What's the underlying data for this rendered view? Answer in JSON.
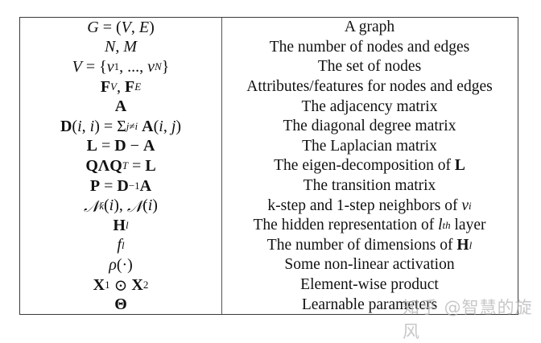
{
  "table": {
    "rows": [
      {
        "symbol": "G = (V, E)",
        "description": "A graph"
      },
      {
        "symbol": "N, M",
        "description": "The number of nodes and edges"
      },
      {
        "symbol": "V = {v₁, ..., v_N}",
        "description": "The set of nodes"
      },
      {
        "symbol": "F^V, F^E",
        "description": "Attributes/features for nodes and edges"
      },
      {
        "symbol": "A",
        "description": "The adjacency matrix"
      },
      {
        "symbol": "D(i,i) = Σ_{j≠i} A(i,j)",
        "description": "The diagonal degree matrix"
      },
      {
        "symbol": "L = D − A",
        "description": "The Laplacian matrix"
      },
      {
        "symbol": "QΛQ^T = L",
        "description": "The eigen-decomposition of L"
      },
      {
        "symbol": "P = D^{-1}A",
        "description": "The transition matrix"
      },
      {
        "symbol": "N_k(i), N(i)",
        "description": "k-step and 1-step neighbors of v_i"
      },
      {
        "symbol": "H^l",
        "description": "The hidden representation of l^th layer"
      },
      {
        "symbol": "f_l",
        "description": "The number of dimensions of H^l"
      },
      {
        "symbol": "ρ(·)",
        "description": "Some non-linear activation"
      },
      {
        "symbol": "X₁ ⊙ X₂",
        "description": "Element-wise product"
      },
      {
        "symbol": "Θ",
        "description": "Learnable parameters"
      }
    ],
    "desc_plain": [
      "A graph",
      "The number of nodes and edges",
      "The set of nodes",
      "Attributes/features for nodes and edges",
      "The adjacency matrix",
      "The diagonal degree matrix",
      "The Laplacian matrix",
      "The eigen-decomposition of ",
      "The transition matrix",
      "k-step and 1-step neighbors of ",
      "The hidden representation of ",
      "The number of dimensions of ",
      "Some non-linear activation",
      "Element-wise product",
      "Learnable parameters"
    ]
  },
  "watermark": {
    "text": "知乎 @智慧的旋风",
    "url": "https://blog.csdn.net/..."
  }
}
